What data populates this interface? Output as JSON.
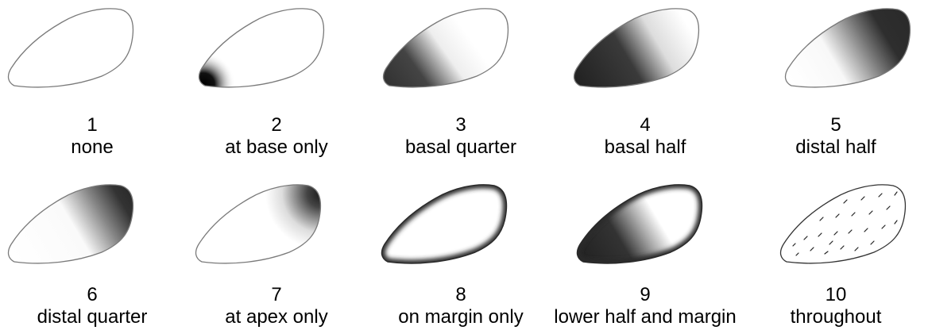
{
  "patterns": [
    {
      "number": "1",
      "label": "none"
    },
    {
      "number": "2",
      "label": "at base only"
    },
    {
      "number": "3",
      "label": "basal quarter"
    },
    {
      "number": "4",
      "label": "basal half"
    },
    {
      "number": "5",
      "label": "distal half"
    },
    {
      "number": "6",
      "label": "distal quarter"
    },
    {
      "number": "7",
      "label": "at apex only"
    },
    {
      "number": "8",
      "label": "on margin only"
    },
    {
      "number": "9",
      "label": "lower half and margin"
    },
    {
      "number": "10",
      "label": "throughout"
    }
  ],
  "colors": {
    "shade": "#2a2a2a",
    "outline": "#7a7a7a",
    "background": "#ffffff"
  }
}
